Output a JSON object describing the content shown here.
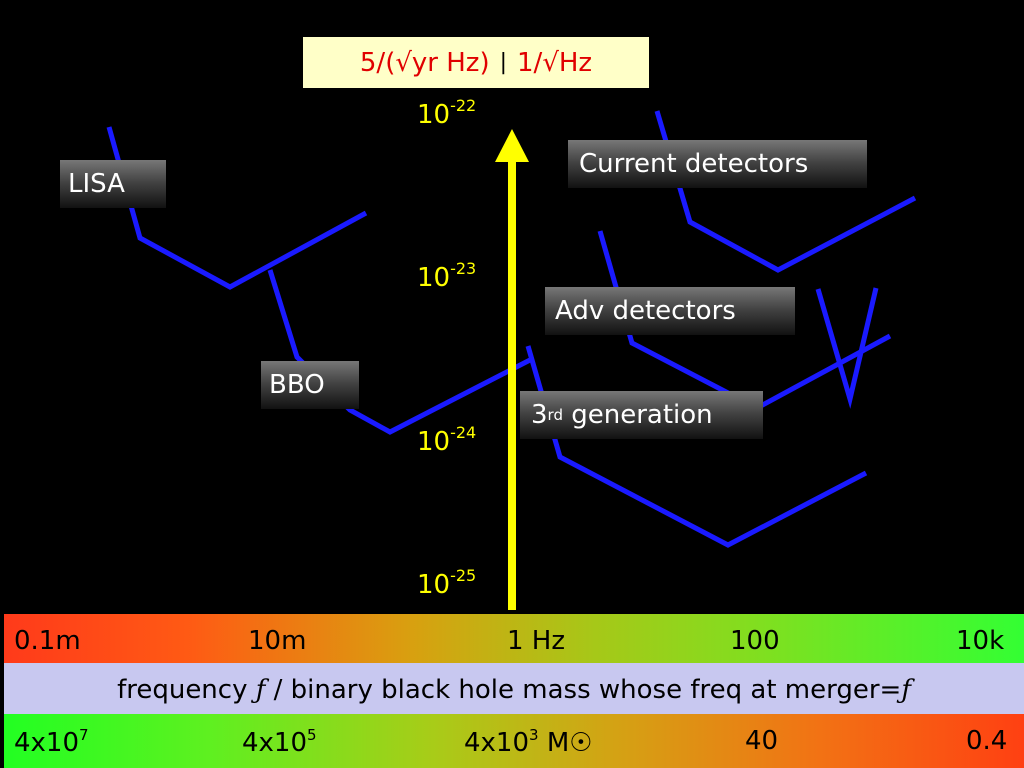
{
  "title_box": {
    "left": "5/(√yr Hz)",
    "sep": "|",
    "right": "1/√Hz"
  },
  "y_ticks": [
    {
      "base": "10",
      "exp": "-22"
    },
    {
      "base": "10",
      "exp": "-23"
    },
    {
      "base": "10",
      "exp": "-24"
    },
    {
      "base": "10",
      "exp": "-25"
    }
  ],
  "labels": {
    "lisa": "LISA",
    "bbo": "BBO",
    "current": "Current detectors",
    "adv": "Adv detectors",
    "third_sup": "rd",
    "third_num": "3",
    "third_rest": " generation"
  },
  "frequency_band": [
    "0.1m",
    "10m",
    "1 Hz",
    "100",
    "10k"
  ],
  "middle_band": {
    "prefix": "frequency ",
    "f1": "ƒ",
    "middle": " / binary black hole mass whose freq at merger=",
    "f2": "ƒ"
  },
  "mass_band": {
    "m1_base": "4x10",
    "m1_exp": "7",
    "m2_base": "4x10",
    "m2_exp": "5",
    "m3_base": "4x10",
    "m3_exp": "3",
    "m3_unit": " M☉",
    "m4": "40",
    "m5": "0.4"
  },
  "colors": {
    "arrow": "#ffff00",
    "curves": "#1a1aff",
    "background": "#000000"
  }
}
